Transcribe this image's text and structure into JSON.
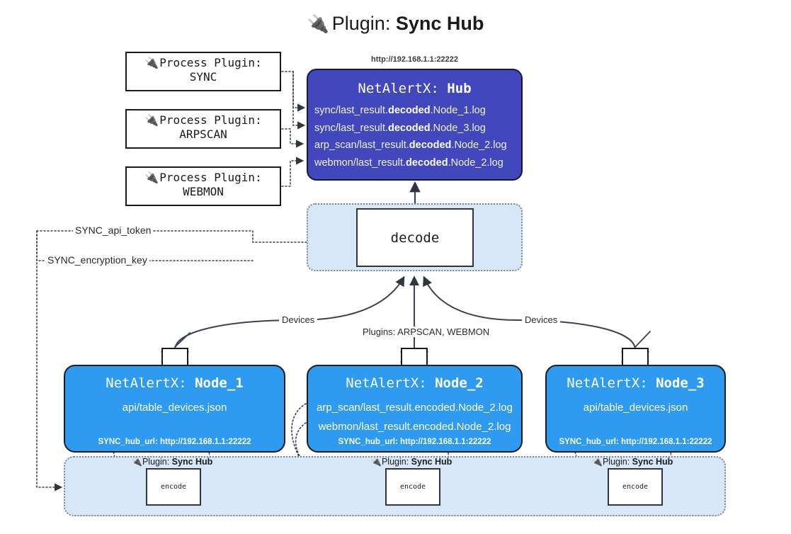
{
  "header": {
    "plug_icon": "plug-icon",
    "prefix": "Plugin: ",
    "name": "Sync Hub"
  },
  "process_plugins": [
    {
      "line1": "Process Plugin:",
      "line2": "SYNC"
    },
    {
      "line1": "Process Plugin:",
      "line2": "ARPSCAN"
    },
    {
      "line1": "Process Plugin:",
      "line2": "WEBMON"
    }
  ],
  "hub": {
    "url": "http://192.168.1.1:22222",
    "title_prefix": "NetAlertX: ",
    "title_name": "Hub",
    "lines": [
      {
        "pre": "sync/last_result.",
        "strong": "decoded",
        "post": ".Node_1.log"
      },
      {
        "pre": "sync/last_result.",
        "strong": "decoded",
        "post": ".Node_3.log"
      },
      {
        "pre": "arp_scan/last_result.",
        "strong": "decoded",
        "post": ".Node_2.log"
      },
      {
        "pre": "webmon/last_result.",
        "strong": "decoded",
        "post": ".Node_2.log"
      }
    ]
  },
  "decode": {
    "label": "decode"
  },
  "tokens": {
    "api_token": "SYNC_api_token",
    "encryption_key": "SYNC_encryption_key"
  },
  "edge_labels": {
    "devices_left": "Devices",
    "devices_right": "Devices",
    "plugins_center": "Plugins: ARPSCAN, WEBMON"
  },
  "nodes": [
    {
      "title_prefix": "NetAlertX: ",
      "title_name": "Node_1",
      "lines": [
        "api/table_devices.json"
      ],
      "footer": "SYNC_hub_url: http://192.168.1.1:22222"
    },
    {
      "title_prefix": "NetAlertX: ",
      "title_name": "Node_2",
      "lines": [
        "arp_scan/last_result.encoded.Node_2.log",
        "webmon/last_result.encoded.Node_2.log"
      ],
      "footer": "SYNC_hub_url: http://192.168.1.1:22222"
    },
    {
      "title_prefix": "NetAlertX: ",
      "title_name": "Node_3",
      "lines": [
        "api/table_devices.json"
      ],
      "footer": "SYNC_hub_url: http://192.168.1.1:22222"
    }
  ],
  "encoders": [
    {
      "caption_prefix": "Plugin: ",
      "caption_name": "Sync Hub",
      "label": "encode"
    },
    {
      "caption_prefix": "Plugin: ",
      "caption_name": "Sync Hub",
      "label": "encode"
    },
    {
      "caption_prefix": "Plugin: ",
      "caption_name": "Sync Hub",
      "label": "encode"
    }
  ],
  "colors": {
    "hub_fill": "#4147bd",
    "node_fill": "#2e9bf0",
    "group_fill": "#d7e7f8",
    "stroke": "#30363d",
    "background": "#ffffff"
  }
}
